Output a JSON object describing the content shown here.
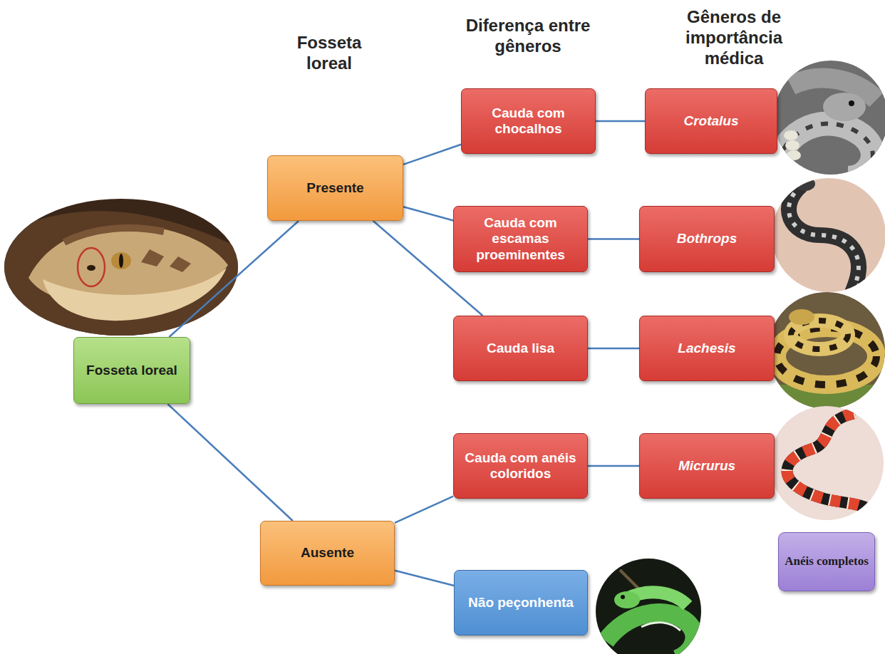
{
  "diagram": {
    "nodes": [
      {
        "text": [
          "Fosseta loreal"
        ]
      },
      {
        "text": [
          "Presente"
        ]
      },
      {
        "text": [
          "Ausente"
        ]
      },
      {
        "text": [
          "Cauda com chocalhos"
        ]
      },
      {
        "text": [
          "Crotalus"
        ]
      },
      {
        "text": [
          "Cauda com escamas proeminentes"
        ]
      },
      {
        "text": [
          "Bothrops"
        ]
      },
      {
        "text": [
          "Cauda lisa"
        ]
      },
      {
        "text": [
          "Lachesis"
        ]
      },
      {
        "text": [
          "Cauda com anéis coloridos"
        ]
      },
      {
        "text": [
          "Micrurus"
        ]
      },
      {
        "text": [
          "Não peçonhenta"
        ]
      },
      {
        "text": [
          "Anéis completos"
        ]
      }
    ],
    "edges": [
      {
        "from": 0,
        "to": 1,
        "arrow": "none"
      },
      {
        "from": 0,
        "to": 2,
        "arrow": "none"
      },
      {
        "from": 1,
        "to": 3,
        "arrow": "none"
      },
      {
        "from": 1,
        "to": 5,
        "arrow": "none"
      },
      {
        "from": 1,
        "to": 7,
        "arrow": "none"
      },
      {
        "from": 3,
        "to": 4,
        "arrow": "none"
      },
      {
        "from": 5,
        "to": 6,
        "arrow": "none"
      },
      {
        "from": 7,
        "to": 8,
        "arrow": "none"
      },
      {
        "from": 2,
        "to": 9,
        "arrow": "none"
      },
      {
        "from": 2,
        "to": 11,
        "arrow": "none"
      },
      {
        "from": 9,
        "to": 10,
        "arrow": "none"
      }
    ],
    "labels": [
      "Fosseta loreal",
      "Diferença entre gêneros",
      "Gêneros de importância médica"
    ]
  }
}
